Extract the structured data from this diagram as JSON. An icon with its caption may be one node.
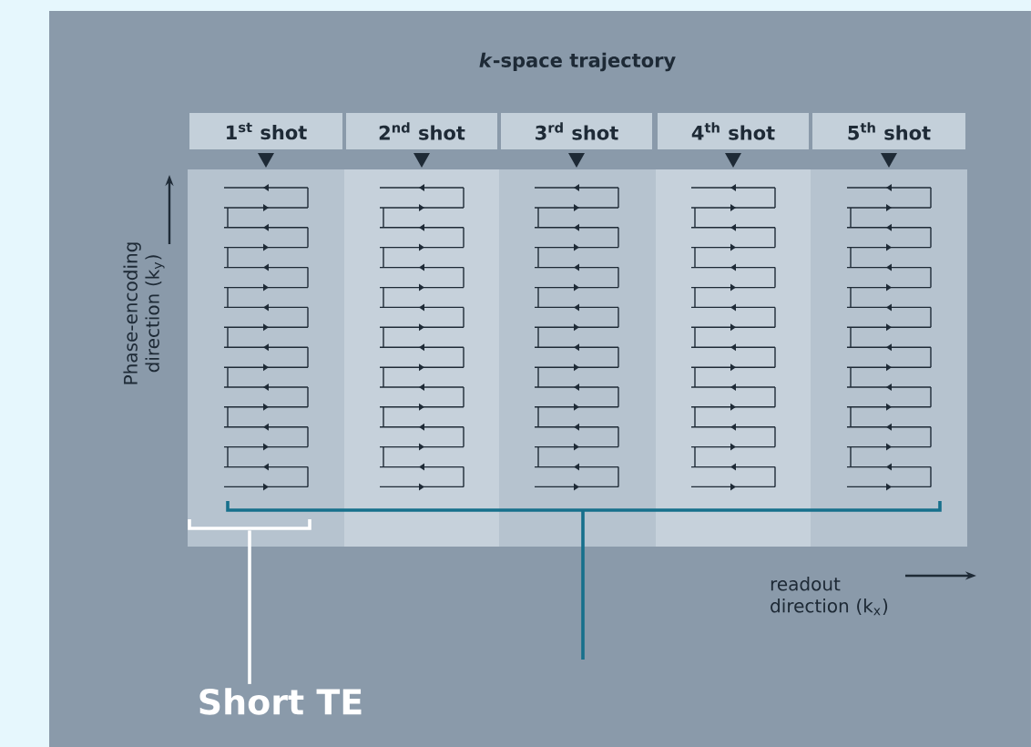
{
  "diagram": {
    "title": "*k*-space trajectory",
    "nodes": [
      {
        "text": [
          "1$^{st}$ shot"
        ]
      },
      {
        "text": [
          "2$^{nd}$ shot"
        ]
      },
      {
        "text": [
          "3$^{rd}$ shot"
        ]
      },
      {
        "text": [
          "4$^{th}$ shot"
        ]
      },
      {
        "text": [
          "5$^{th}$ shot"
        ]
      },
      {
        "text": [
          "Short TE"
        ]
      },
      {
        "text": [],
        "shape": "bracket"
      }
    ],
    "edges": [
      {
        "from": 5,
        "to": 6,
        "arrow": "none",
        "color": "#ffffff"
      }
    ],
    "labels": [
      "Phase-encoding direction (k$_{y}$)",
      "readout direction (k$_{x}$)"
    ]
  }
}
